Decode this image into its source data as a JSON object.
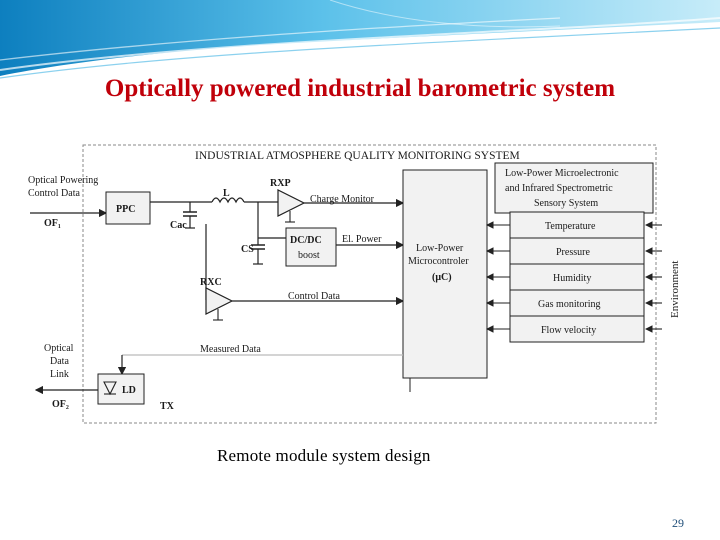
{
  "slide": {
    "title": "Optically powered industrial barometric system",
    "caption": "Remote module system design",
    "page_number": "29"
  },
  "diagram": {
    "frame_title": "INDUSTRIAL ATMOSPHERE QUALITY MONITORING SYSTEM",
    "inputs": {
      "optical_powering_line1": "Optical Powering",
      "optical_powering_line2": "Control Data",
      "of1": "OF₁",
      "optical_data_line1": "Optical",
      "optical_data_line2": "Data",
      "optical_data_line3": "Link",
      "of2": "OF₂"
    },
    "components": {
      "ppc": "PPC",
      "inductor": "L",
      "cac": "Cac",
      "rxp": "RXP",
      "cs": "CS",
      "dcdc_line1": "DC/DC",
      "dcdc_line2": "boost",
      "rxc": "RXC",
      "ld": "LD",
      "tx": "TX",
      "mcu_line1": "Low-Power",
      "mcu_line2": "Microcontroler",
      "mcu_line3": "(μC)"
    },
    "signals": {
      "charge_monitor": "Charge Monitor",
      "el_power": "El. Power",
      "control_data": "Control Data",
      "measured_data": "Measured Data"
    },
    "sensor_system": {
      "header_line1": "Low-Power Microelectronic",
      "header_line2": "and Infrared Spectrometric",
      "header_line3": "Sensory System",
      "sensors": [
        "Temperature",
        "Pressure",
        "Humidity",
        "Gas monitoring",
        "Flow velocity"
      ]
    },
    "environment_label": "Environment"
  },
  "colors": {
    "title": "#c0000a",
    "banner": "#2b9ad0",
    "frame": "#8a8a8a",
    "lines": "#222222",
    "boxes": "#f2f2f2"
  }
}
